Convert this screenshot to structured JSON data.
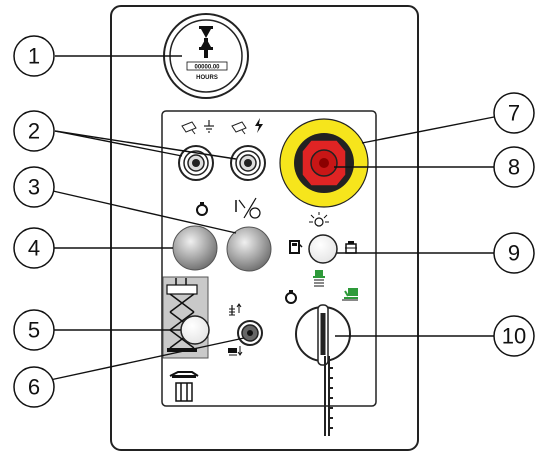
{
  "callouts": [
    "1",
    "2",
    "3",
    "4",
    "5",
    "6",
    "7",
    "8",
    "9",
    "10"
  ],
  "hour_meter": {
    "digits": "00000.00",
    "unit": "HOURS"
  },
  "colors": {
    "emergency_stop_ring": "#f6e51c",
    "emergency_stop_button": "#e02424",
    "icon_green": "#2e9a3a",
    "panel_stroke": "#222222"
  },
  "icons": [
    "horn-icon",
    "ground-icon",
    "lightning-icon",
    "engine-icon",
    "no-overload-icon",
    "glow-plug-icon",
    "fuel-icon",
    "lift-icon",
    "up-down-arrows-icon",
    "key-switch-icon",
    "lift-platform-icon",
    "drive-enable-icon"
  ]
}
